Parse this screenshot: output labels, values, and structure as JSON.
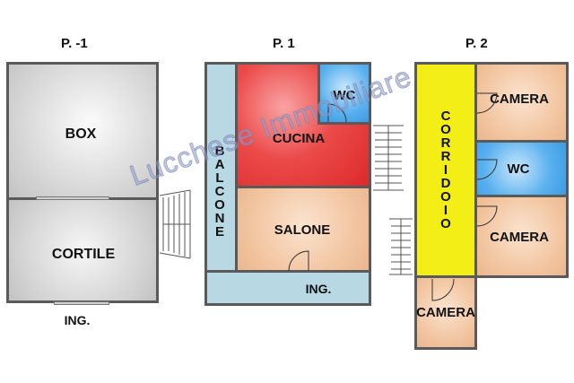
{
  "floors": {
    "p_minus1": {
      "title": "P. -1",
      "rooms": {
        "box": "BOX",
        "cortile": "CORTILE"
      },
      "entrance": "ING."
    },
    "p1": {
      "title": "P. 1",
      "rooms": {
        "cucina": "CUCINA",
        "wc": "WC",
        "salone": "SALONE",
        "balcone": [
          "B",
          "A",
          "L",
          "C",
          "O",
          "N",
          "E"
        ]
      },
      "entrance": "ING."
    },
    "p2": {
      "title": "P. 2",
      "rooms": {
        "corridoio": [
          "C",
          "O",
          "R",
          "R",
          "I",
          "D",
          "O",
          "I",
          "O"
        ],
        "camera_top": "CAMERA",
        "wc": "WC",
        "camera_mid": "CAMERA",
        "camera_bottom": "CAMERA"
      }
    }
  },
  "watermark": "Lucchese Immobiliare",
  "colors": {
    "grey_room": "#d6d6d6",
    "red_room": "#e63b3b",
    "blue_room": "#4aa3e6",
    "peach_room": "#f2c7a2",
    "light_blue": "#b7d7e3",
    "yellow": "#f5ef1a"
  }
}
